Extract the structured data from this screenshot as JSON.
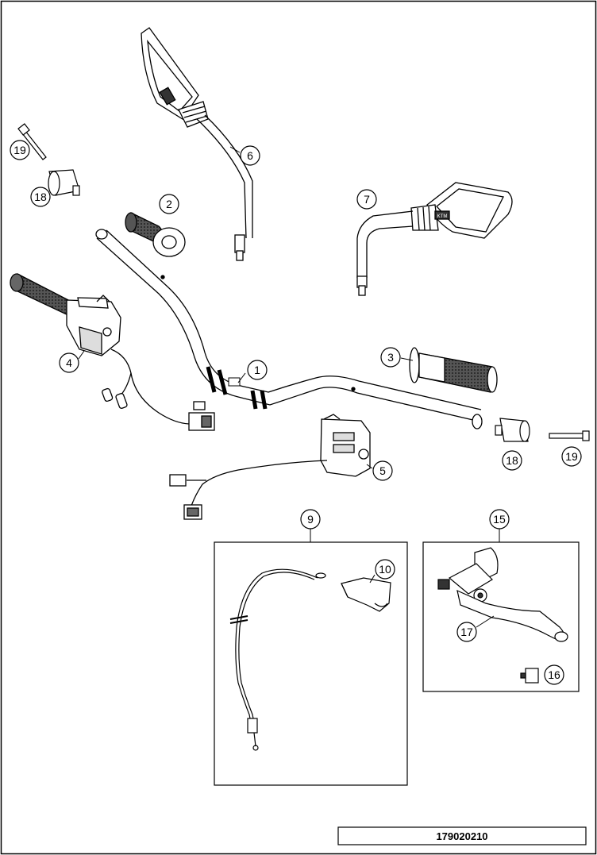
{
  "diagram": {
    "drawing_number": "179020210",
    "callouts": {
      "c1": "1",
      "c2": "2",
      "c3": "3",
      "c4": "4",
      "c5": "5",
      "c6": "6",
      "c7": "7",
      "c9": "9",
      "c10": "10",
      "c15": "15",
      "c16": "16",
      "c17": "17",
      "c18_left": "18",
      "c18_right": "18",
      "c19_left": "19",
      "c19_right": "19"
    },
    "mirror_logo_text": "KTM"
  }
}
